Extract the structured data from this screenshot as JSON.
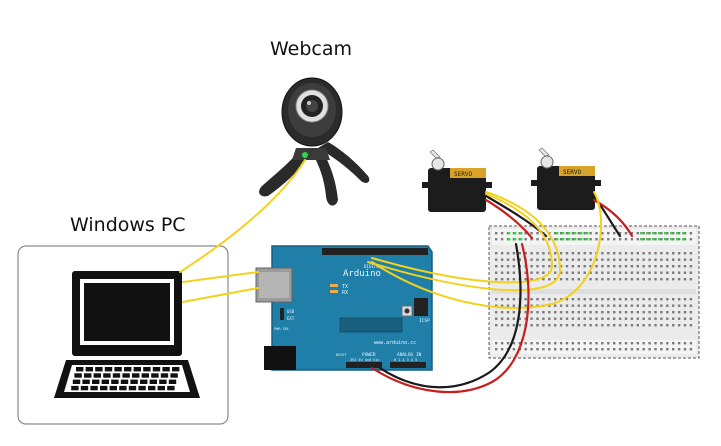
{
  "labels": {
    "webcam": "Webcam",
    "pc": "Windows PC"
  },
  "arduino": {
    "brand": "Arduino",
    "url": "www.arduino.cc",
    "tx": "TX",
    "rx": "RX",
    "icsp": "ICSP",
    "usb": "USB",
    "ext": "EXT",
    "pwr_sel": "PWR SEL",
    "power": "POWER",
    "analog_in": "ANALOG IN",
    "power_pins": "3V3 5V Gnd Vin",
    "analog_pins": "0 1 2 3 4 5",
    "digital": "DIGITAL",
    "reset": "RESET"
  },
  "servo_brand": "SERVO",
  "colors": {
    "signal_wire": "#f2d21e",
    "ground_wire": "#1a1a1a",
    "power_wire": "#c81e1e",
    "arduino_board": "#1f7fa8",
    "breadboard": "#eaeaea",
    "servo_body": "#1c1c1c",
    "servo_label": "#d7a32a"
  }
}
